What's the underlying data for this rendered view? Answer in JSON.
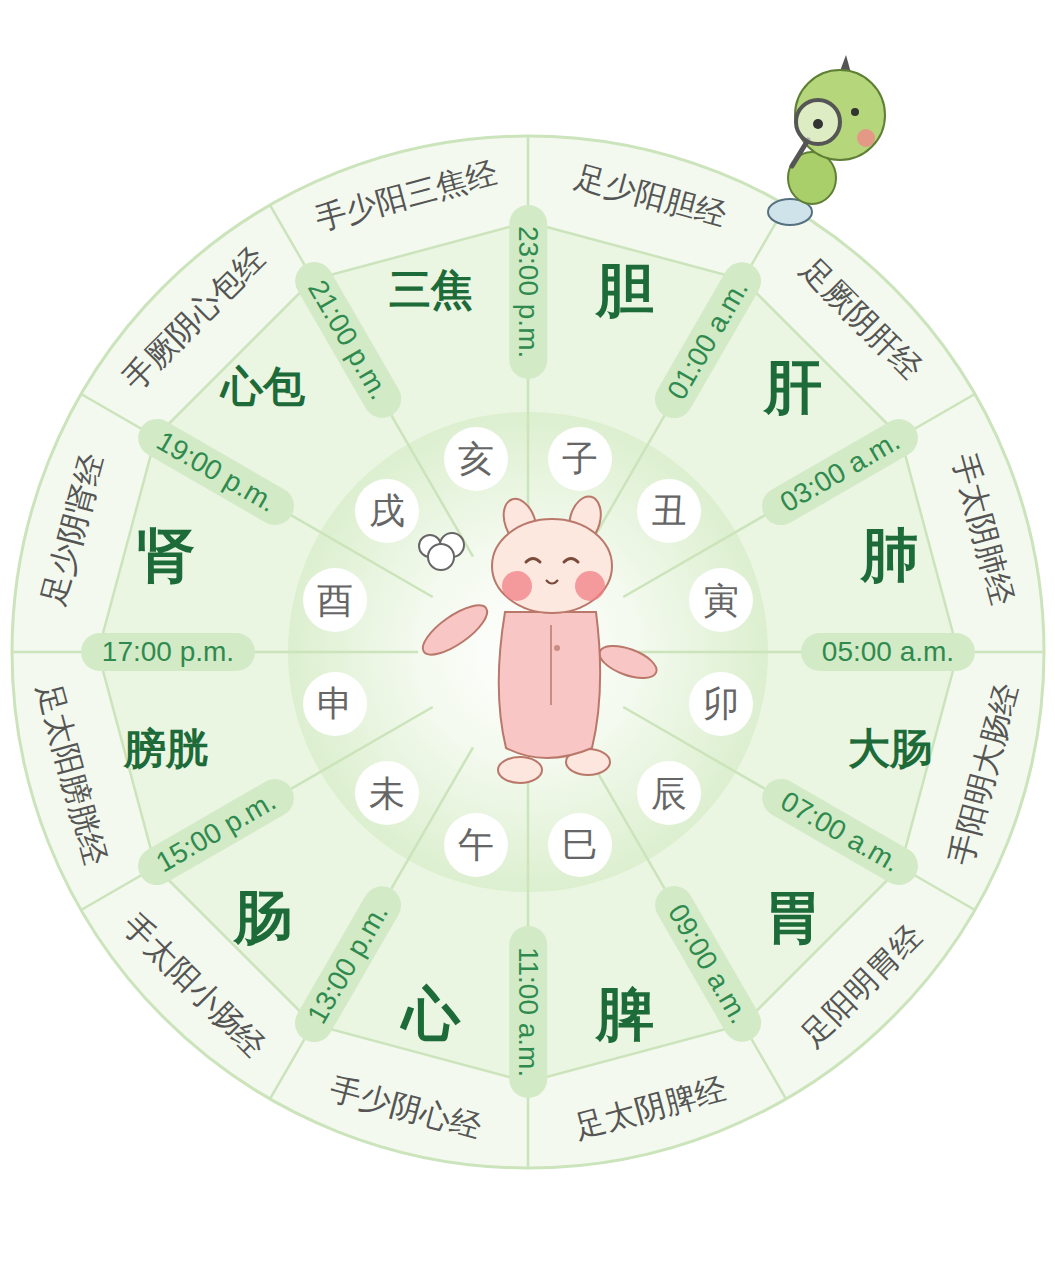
{
  "diagram": {
    "nodes": [
      {
        "text": [
          "23:00 p.m."
        ]
      },
      {
        "text": [
          "01:00 a.m."
        ]
      },
      {
        "text": [
          "03:00 a.m."
        ]
      },
      {
        "text": [
          "05:00 a.m."
        ]
      },
      {
        "text": [
          "07:00 a.m."
        ]
      },
      {
        "text": [
          "09:00 a.m."
        ]
      },
      {
        "text": [
          "11:00 a.m."
        ]
      },
      {
        "text": [
          "13:00 p.m."
        ]
      },
      {
        "text": [
          "15:00 p.m."
        ]
      },
      {
        "text": [
          "17:00 p.m."
        ]
      },
      {
        "text": [
          "19:00 p.m."
        ]
      },
      {
        "text": [
          "21:00 p.m."
        ]
      },
      {
        "text": [
          "子"
        ]
      },
      {
        "text": [
          "丑"
        ]
      },
      {
        "text": [
          "寅"
        ]
      },
      {
        "text": [
          "卯"
        ]
      },
      {
        "text": [
          "辰"
        ]
      },
      {
        "text": [
          "巳"
        ]
      },
      {
        "text": [
          "午"
        ]
      },
      {
        "text": [
          "未"
        ]
      },
      {
        "text": [
          "申"
        ]
      },
      {
        "text": [
          "酉"
        ]
      },
      {
        "text": [
          "戌"
        ]
      },
      {
        "text": [
          "亥"
        ]
      }
    ],
    "labels": [
      "胆",
      "足少阳胆经",
      "肝",
      "足厥阴肝经",
      "肺",
      "手太阴肺经",
      "大肠",
      "手阳明大肠经",
      "胃",
      "足阳明胃经",
      "脾",
      "足太阴脾经",
      "心",
      "手少阴心经",
      "肠",
      "手太阳小肠经",
      "膀胱",
      "足太阳膀胱经",
      "肾",
      "足少阴肾经",
      "心包",
      "手厥阴心包经",
      "三焦",
      "手少阳三焦经"
    ]
  }
}
